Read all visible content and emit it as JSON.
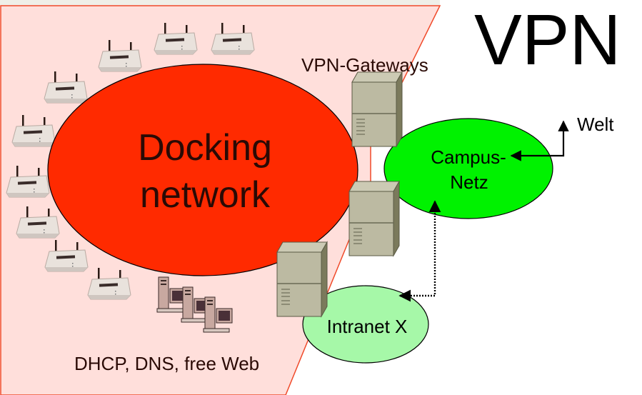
{
  "title": "VPN",
  "labels": {
    "docking_line1": "Docking",
    "docking_line2": "network",
    "gateways": "VPN-Gateways",
    "campus_line1": "Campus-",
    "campus_line2": "Netz",
    "welt": "Welt",
    "intranet": "Intranet X",
    "services": "DHCP, DNS, free Web"
  },
  "colors": {
    "docking_zone_fill": "#ffdfdb",
    "docking_zone_border": "#f04a2a",
    "docking_network": "#ff2a00",
    "campus_network": "#00f200",
    "intranet": "#a6f8a8",
    "server_body": "#bcbaa2",
    "server_top": "#cccab4",
    "server_side": "#7b7a5c",
    "access_point": "#e9e2dc",
    "top_strip": "#efefe8"
  },
  "nodes": {
    "access_points": [
      {
        "id": "ap-1"
      },
      {
        "id": "ap-2"
      },
      {
        "id": "ap-3"
      },
      {
        "id": "ap-4"
      },
      {
        "id": "ap-5"
      },
      {
        "id": "ap-6"
      },
      {
        "id": "ap-7"
      },
      {
        "id": "ap-8"
      },
      {
        "id": "ap-9"
      },
      {
        "id": "ap-10"
      },
      {
        "id": "ap-11"
      }
    ],
    "gateways": [
      {
        "id": "gateway-1"
      },
      {
        "id": "gateway-2"
      },
      {
        "id": "gateway-3"
      }
    ],
    "workstations": [
      {
        "id": "workstation-1"
      },
      {
        "id": "workstation-2"
      },
      {
        "id": "workstation-3"
      }
    ]
  },
  "connections": [
    {
      "from": "Welt",
      "to": "Campus-Netz",
      "style": "solid"
    },
    {
      "from": "Campus-Netz",
      "to": "Intranet X",
      "style": "dotted",
      "bidirectional": true
    }
  ]
}
